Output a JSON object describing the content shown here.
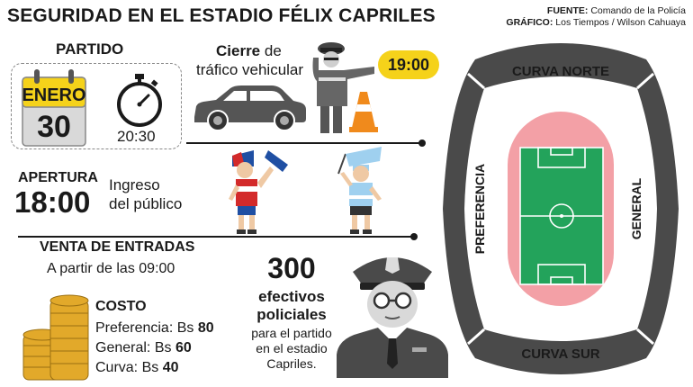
{
  "header": {
    "title": "SEGURIDAD EN EL ESTADIO FÉLIX CAPRILES",
    "source_label": "FUENTE:",
    "source_value": "Comando de la Policía",
    "graphic_label": "GRÁFICO:",
    "graphic_value": "Los Tiempos / Wilson Cahuaya"
  },
  "partido": {
    "heading": "PARTIDO",
    "month": "ENERO",
    "day": "30",
    "time": "20:30"
  },
  "cierre": {
    "label_bold": "Cierre",
    "label_rest1": " de",
    "label_line2": "tráfico vehicular",
    "time": "19:00"
  },
  "apertura": {
    "heading": "APERTURA",
    "time": "18:00",
    "line1": "Ingreso",
    "line2": "del público"
  },
  "venta": {
    "heading": "VENTA DE ENTRADAS",
    "subtitle": "A partir de las 09:00",
    "cost_heading": "COSTO",
    "prices": [
      {
        "label": "Preferencia: Bs ",
        "value": "80"
      },
      {
        "label": "General: Bs ",
        "value": "60"
      },
      {
        "label": "Curva: Bs ",
        "value": "40"
      }
    ]
  },
  "efectivos": {
    "number": "300",
    "line1": "efectivos",
    "line2": "policiales",
    "line3": "para el partido",
    "line4": "en el estadio",
    "line5": "Capriles."
  },
  "stadium": {
    "north": "CURVA NORTE",
    "south": "CURVA SUR",
    "west": "PREFERENCIA",
    "east": "GENERAL"
  },
  "colors": {
    "accent_yellow": "#f5d21a",
    "field_green": "#23a35b",
    "track_pink": "#f3a0a6",
    "stands_gray": "#4a4a4a",
    "coin_gold": "#e2a92a"
  }
}
